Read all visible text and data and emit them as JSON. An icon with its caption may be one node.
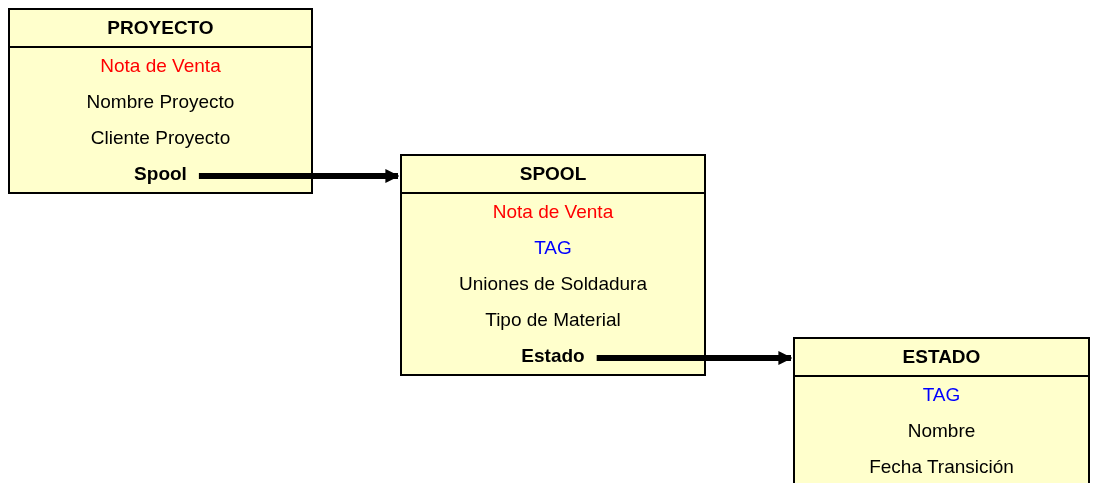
{
  "diagram": {
    "nodes": [
      {
        "text": [
          "PROYECTO"
        ]
      },
      {
        "text": [
          "Nota de Venta"
        ],
        "in": 0
      },
      {
        "text": [
          "Nombre Proyecto"
        ],
        "in": 0
      },
      {
        "text": [
          "Cliente Proyecto"
        ],
        "in": 0
      },
      {
        "text": [
          "Spool"
        ],
        "in": 0
      },
      {
        "text": [
          "SPOOL"
        ]
      },
      {
        "text": [
          "Nota de Venta"
        ],
        "in": 5
      },
      {
        "text": [
          "TAG"
        ],
        "in": 5
      },
      {
        "text": [
          "Uniones de Soldadura"
        ],
        "in": 5
      },
      {
        "text": [
          "Tipo de Material"
        ],
        "in": 5
      },
      {
        "text": [
          "Estado"
        ],
        "in": 5
      },
      {
        "text": [
          "ESTADO"
        ]
      },
      {
        "text": [
          "TAG"
        ],
        "in": 11
      },
      {
        "text": [
          "Nombre"
        ],
        "in": 11
      },
      {
        "text": [
          "Fecha Transición"
        ],
        "in": 11
      }
    ],
    "edges": [
      {
        "from": 4,
        "to": 5,
        "arrow": "to"
      },
      {
        "from": 10,
        "to": 11,
        "arrow": "to"
      }
    ]
  }
}
